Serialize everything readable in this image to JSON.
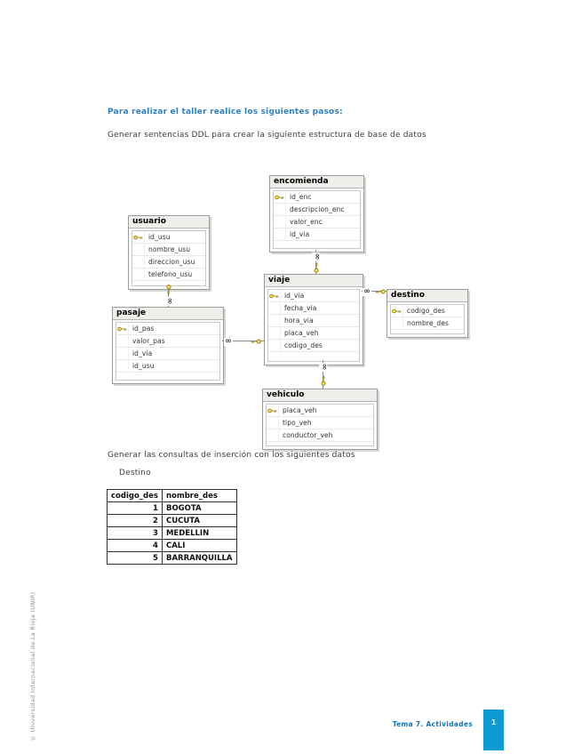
{
  "page": {
    "heading": "Para realizar el taller realice los siguientes pasos:",
    "step1_text": "Generar sentencias DDL para crear la siguiente estructura de base de datos",
    "step2_text": "Generar las consultas de inserción con los siguientes datos",
    "dataset_label": "Destino"
  },
  "colors": {
    "heading_blue": "#2e7fc2",
    "body_text": "#3e3e3e",
    "footer_blue": "#1373b8",
    "page_marker_bg": "#0e9ad5",
    "key_yellow": "#ffe14d",
    "connector_gray": "#8c8c8c",
    "er_header_bg": "#f0eeea"
  },
  "icons": {
    "key_icon": "yellow primary-key / one-side marker",
    "many_glyph": "∞"
  },
  "diagram": {
    "tables": [
      {
        "name": "encomienda",
        "fields": [
          {
            "name": "id_enc",
            "pk": true
          },
          {
            "name": "descripcion_enc",
            "pk": false
          },
          {
            "name": "valor_enc",
            "pk": false
          },
          {
            "name": "id_via",
            "pk": false
          }
        ]
      },
      {
        "name": "usuario",
        "fields": [
          {
            "name": "id_usu",
            "pk": true
          },
          {
            "name": "nombre_usu",
            "pk": false
          },
          {
            "name": "direccion_usu",
            "pk": false
          },
          {
            "name": "telefono_usu",
            "pk": false
          }
        ]
      },
      {
        "name": "viaje",
        "fields": [
          {
            "name": "id_via",
            "pk": true
          },
          {
            "name": "fecha_via",
            "pk": false
          },
          {
            "name": "hora_via",
            "pk": false
          },
          {
            "name": "placa_veh",
            "pk": false
          },
          {
            "name": "codigo_des",
            "pk": false
          }
        ]
      },
      {
        "name": "destino",
        "fields": [
          {
            "name": "codigo_des",
            "pk": true
          },
          {
            "name": "nombre_des",
            "pk": false
          }
        ]
      },
      {
        "name": "pasaje",
        "fields": [
          {
            "name": "id_pas",
            "pk": true
          },
          {
            "name": "valor_pas",
            "pk": false
          },
          {
            "name": "id_via",
            "pk": false
          },
          {
            "name": "id_usu",
            "pk": false
          }
        ]
      },
      {
        "name": "vehiculo",
        "fields": [
          {
            "name": "placa_veh",
            "pk": true
          },
          {
            "name": "tipo_veh",
            "pk": false
          },
          {
            "name": "conductor_veh",
            "pk": false
          }
        ]
      }
    ],
    "relations": [
      {
        "one": "viaje",
        "many": "encomienda"
      },
      {
        "one": "usuario",
        "many": "pasaje"
      },
      {
        "one": "viaje",
        "many": "pasaje"
      },
      {
        "one": "destino",
        "many": "viaje"
      },
      {
        "one": "vehiculo",
        "many": "viaje"
      }
    ]
  },
  "destino_table": {
    "columns": [
      "codigo_des",
      "nombre_des"
    ],
    "rows": [
      [
        "1",
        "BOGOTA"
      ],
      [
        "2",
        "CUCUTA"
      ],
      [
        "3",
        "MEDELLIN"
      ],
      [
        "4",
        "CALI"
      ],
      [
        "5",
        "BARRANQUILLA"
      ]
    ]
  },
  "footer": {
    "copyright_vertical": "© Universidad Internacional de La Rioja (UNIR)",
    "topic": "Tema 7. Actividades",
    "page_number": "1"
  }
}
